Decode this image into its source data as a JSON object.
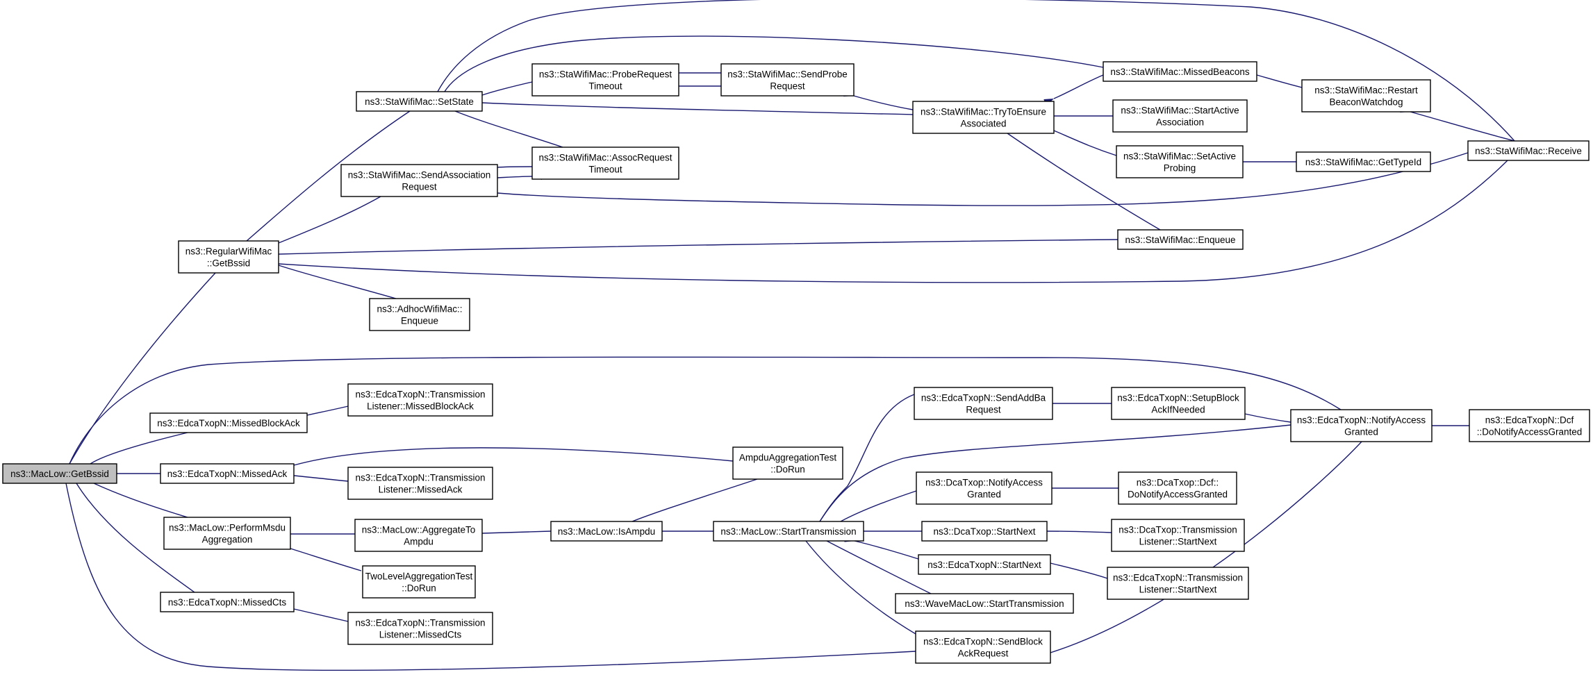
{
  "colors": {
    "edge": "#191970",
    "node_border": "#000000",
    "root_fill": "#bfbfbf",
    "node_fill": "#ffffff"
  },
  "nodes": {
    "root": [
      "ns3::MacLow::GetBssid"
    ],
    "regular_getbssid": [
      "ns3::RegularWifiMac",
      "::GetBssid"
    ],
    "setstate": [
      "ns3::StaWifiMac::SetState"
    ],
    "sendassoc": [
      "ns3::StaWifiMac::SendAssociation",
      "Request"
    ],
    "probetimeout": [
      "ns3::StaWifiMac::ProbeRequest",
      "Timeout"
    ],
    "assoctimeout": [
      "ns3::StaWifiMac::AssocRequest",
      "Timeout"
    ],
    "sendprobe": [
      "ns3::StaWifiMac::SendProbe",
      "Request"
    ],
    "trytoensure": [
      "ns3::StaWifiMac::TryToEnsure",
      "Associated"
    ],
    "missedbeacons": [
      "ns3::StaWifiMac::MissedBeacons"
    ],
    "startactiveassoc": [
      "ns3::StaWifiMac::StartActive",
      "Association"
    ],
    "setactiveprobing": [
      "ns3::StaWifiMac::SetActive",
      "Probing"
    ],
    "sta_enqueue": [
      "ns3::StaWifiMac::Enqueue"
    ],
    "restartbeacon": [
      "ns3::StaWifiMac::Restart",
      "BeaconWatchdog"
    ],
    "gettypeid": [
      "ns3::StaWifiMac::GetTypeId"
    ],
    "receive": [
      "ns3::StaWifiMac::Receive"
    ],
    "adhoc_enqueue": [
      "ns3::AdhocWifiMac::",
      "Enqueue"
    ],
    "missedblockack": [
      "ns3::EdcaTxopN::MissedBlockAck"
    ],
    "tl_missedblockack": [
      "ns3::EdcaTxopN::Transmission",
      "Listener::MissedBlockAck"
    ],
    "missedack": [
      "ns3::EdcaTxopN::MissedAck"
    ],
    "tl_missedack": [
      "ns3::EdcaTxopN::Transmission",
      "Listener::MissedAck"
    ],
    "performmsdu": [
      "ns3::MacLow::PerformMsdu",
      "Aggregation"
    ],
    "aggregatetoampdu": [
      "ns3::MacLow::AggregateTo",
      "Ampdu"
    ],
    "twolevel": [
      "TwoLevelAggregationTest",
      "::DoRun"
    ],
    "isampdu": [
      "ns3::MacLow::IsAmpdu"
    ],
    "ampdutest": [
      "AmpduAggregationTest",
      "::DoRun"
    ],
    "starttransmission": [
      "ns3::MacLow::StartTransmission"
    ],
    "missedcts": [
      "ns3::EdcaTxopN::MissedCts"
    ],
    "tl_missedcts": [
      "ns3::EdcaTxopN::Transmission",
      "Listener::MissedCts"
    ],
    "sendaddba": [
      "ns3::EdcaTxopN::SendAddBa",
      "Request"
    ],
    "setupblockack": [
      "ns3::EdcaTxopN::SetupBlock",
      "AckIfNeeded"
    ],
    "notifyaccess_edca": [
      "ns3::EdcaTxopN::NotifyAccess",
      "Granted"
    ],
    "dcf_edca": [
      "ns3::EdcaTxopN::Dcf",
      "::DoNotifyAccessGranted"
    ],
    "notifyaccess_dca": [
      "ns3::DcaTxop::NotifyAccess",
      "Granted"
    ],
    "dcf_dca": [
      "ns3::DcaTxop::Dcf::",
      "DoNotifyAccessGranted"
    ],
    "startnext_dca": [
      "ns3::DcaTxop::StartNext"
    ],
    "tl_startnext_dca": [
      "ns3::DcaTxop::Transmission",
      "Listener::StartNext"
    ],
    "startnext_edca": [
      "ns3::EdcaTxopN::StartNext"
    ],
    "tl_startnext_edca": [
      "ns3::EdcaTxopN::Transmission",
      "Listener::StartNext"
    ],
    "wave_starttx": [
      "ns3::WaveMacLow::StartTransmission"
    ],
    "sendblockack": [
      "ns3::EdcaTxopN::SendBlock",
      "AckRequest"
    ]
  }
}
